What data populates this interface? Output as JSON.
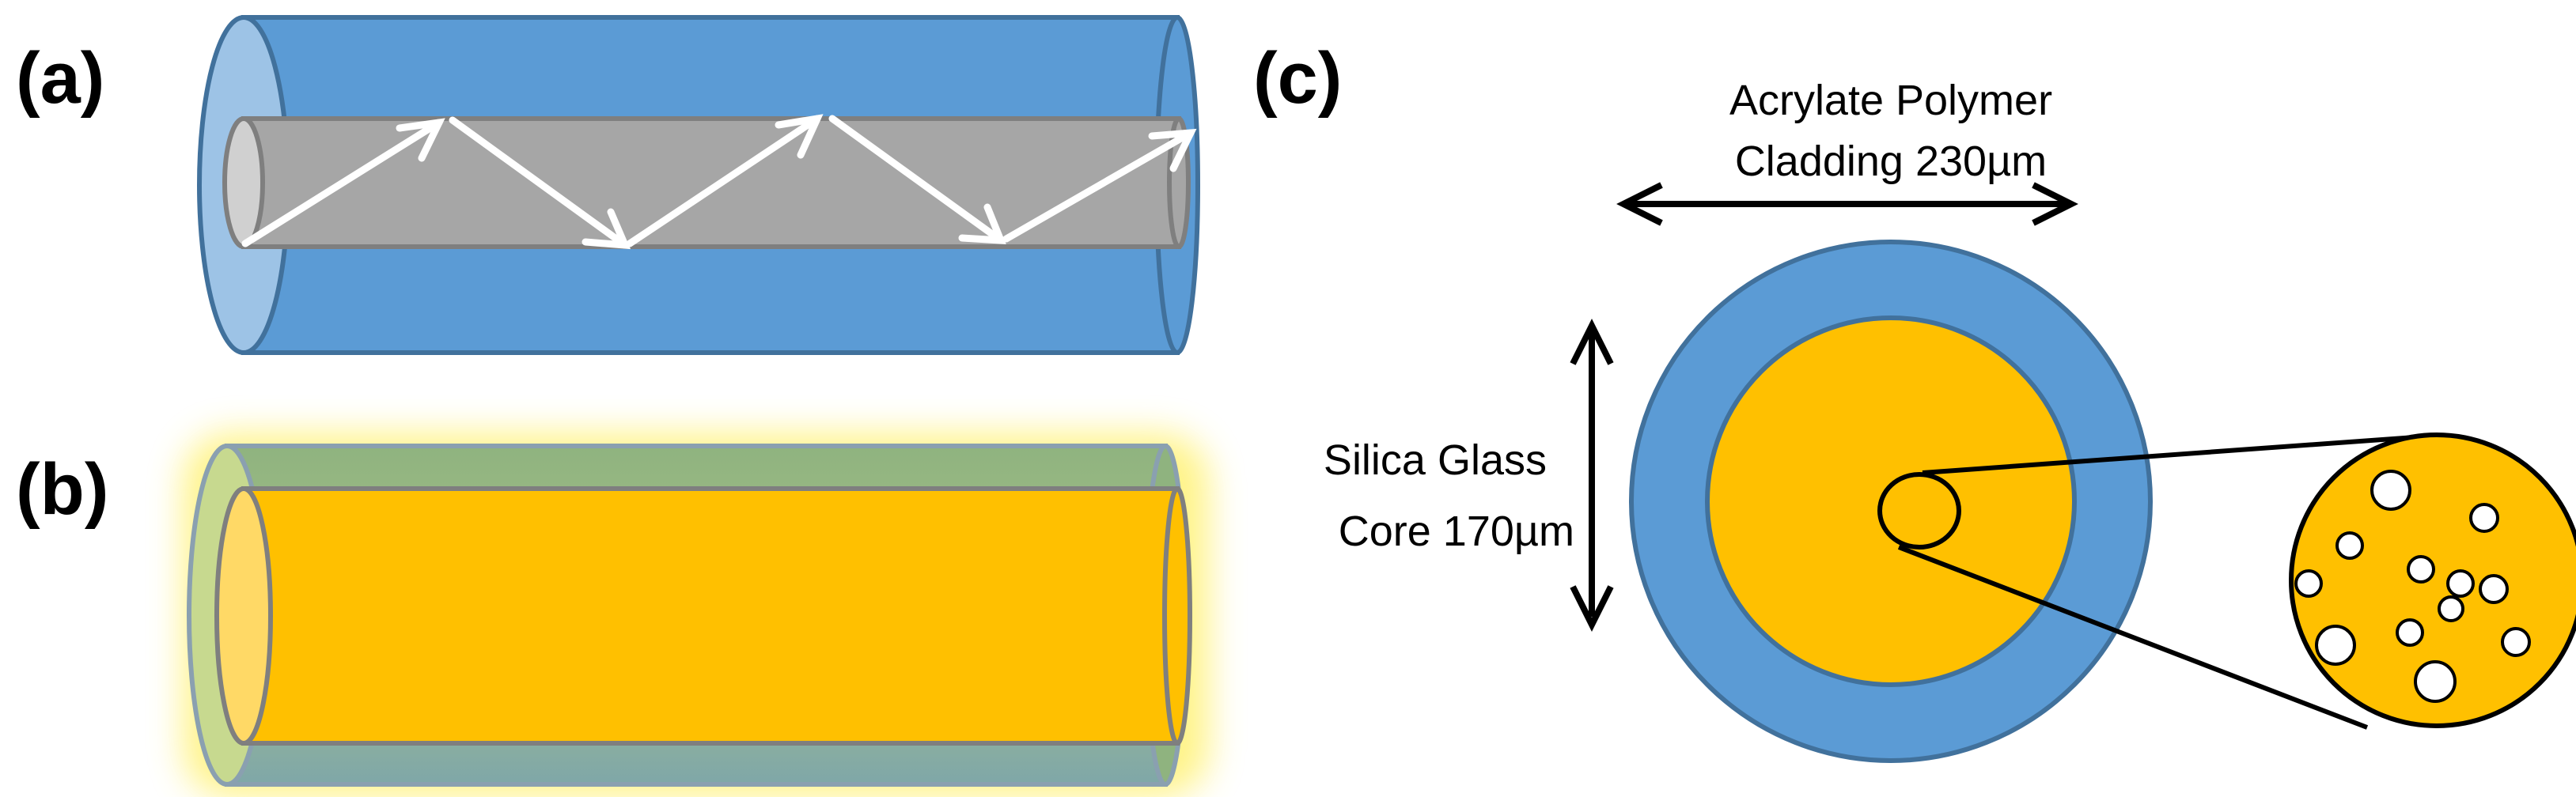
{
  "panels": {
    "a": {
      "label": "(a)"
    },
    "b": {
      "label": "(b)"
    },
    "c": {
      "label": "(c)",
      "cladding_label_line1": "Acrylate Polymer",
      "cladding_label_line2": "Cladding  230µm",
      "core_label_line1": "Silica Glass",
      "core_label_line2": "Core 170µm"
    }
  },
  "colors": {
    "cladding_blue": "#5b9bd5",
    "cladding_blue_end": "#9dc3e6",
    "core_gray": "#a6a6a6",
    "core_orange": "#ffc000",
    "core_orange_end": "#ffd966",
    "outline": "#41719c",
    "cladding_green": "#8fb37f"
  }
}
